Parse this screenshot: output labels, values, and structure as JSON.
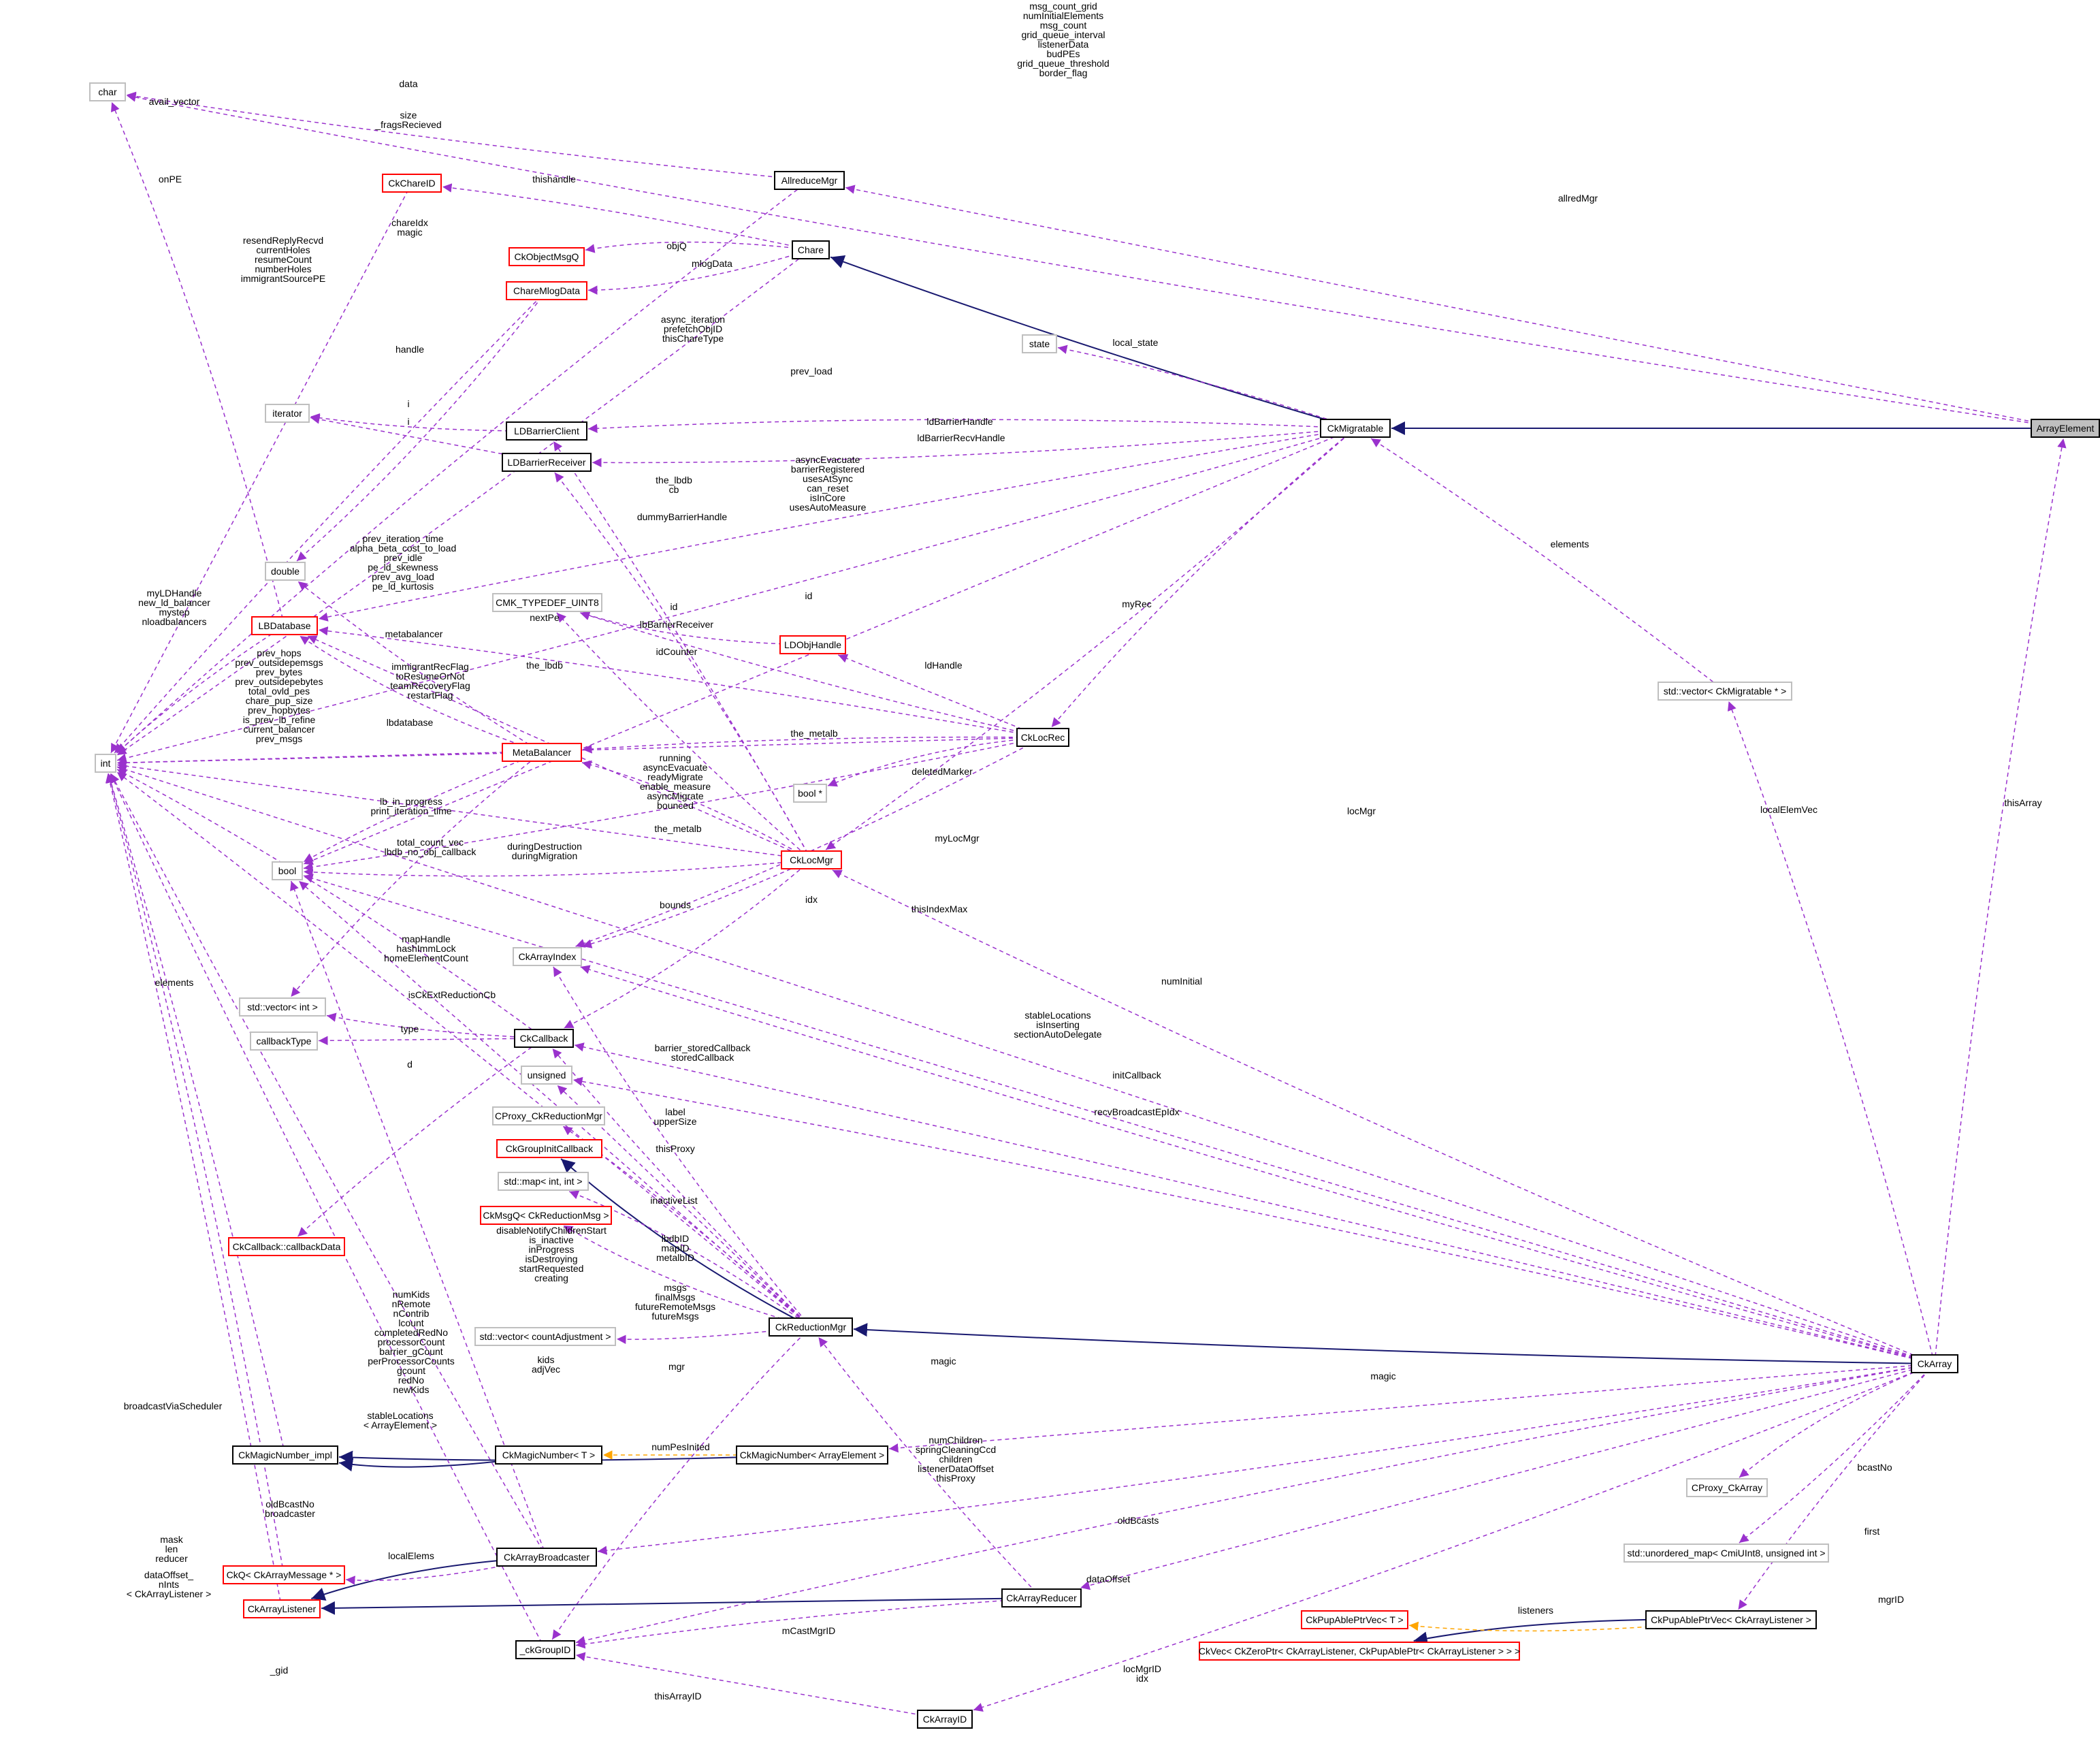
{
  "colors": {
    "usage": "#9a32cd",
    "inherit": "#191970",
    "template": "#ffa500",
    "box_complete": "#000000",
    "box_incomplete": "#ff0000",
    "box_external": "#bfbfbf",
    "root_fill": "#bfbfbf"
  },
  "nodes": [
    {
      "id": "char",
      "label": "char",
      "kind": "ext"
    },
    {
      "id": "int",
      "label": "int",
      "kind": "ext"
    },
    {
      "id": "iterator",
      "label": "iterator",
      "kind": "ext"
    },
    {
      "id": "double",
      "label": "double",
      "kind": "ext"
    },
    {
      "id": "bool",
      "label": "bool",
      "kind": "ext"
    },
    {
      "id": "state",
      "label": "state",
      "kind": "ext"
    },
    {
      "id": "cmk",
      "label": "CMK_TYPEDEF_UINT8",
      "kind": "ext"
    },
    {
      "id": "boolptr",
      "label": "bool *",
      "kind": "ext"
    },
    {
      "id": "ckarrayindex",
      "label": "CkArrayIndex",
      "kind": "ext"
    },
    {
      "id": "vecint",
      "label": "std::vector< int >",
      "kind": "ext"
    },
    {
      "id": "callbacktype",
      "label": "callbackType",
      "kind": "ext"
    },
    {
      "id": "unsigned",
      "label": "unsigned",
      "kind": "ext"
    },
    {
      "id": "cproxyred",
      "label": "CProxy_CkReductionMgr",
      "kind": "ext"
    },
    {
      "id": "mapint",
      "label": "std::map< int, int >",
      "kind": "ext"
    },
    {
      "id": "veccount",
      "label": "std::vector< countAdjustment >",
      "kind": "ext"
    },
    {
      "id": "vecmig",
      "label": "std::vector< CkMigratable * >",
      "kind": "ext"
    },
    {
      "id": "cproxyarr",
      "label": "CProxy_CkArray",
      "kind": "ext"
    },
    {
      "id": "umap",
      "label": "std::unordered_map< CmiUInt8, unsigned int >",
      "kind": "ext"
    },
    {
      "id": "chareid",
      "label": "CkChareID",
      "kind": "red"
    },
    {
      "id": "objmsgq",
      "label": "CkObjectMsgQ",
      "kind": "red"
    },
    {
      "id": "charemlog",
      "label": "ChareMlogData",
      "kind": "red"
    },
    {
      "id": "lbdatabase",
      "label": "LBDatabase",
      "kind": "red"
    },
    {
      "id": "metabal",
      "label": "MetaBalancer",
      "kind": "red"
    },
    {
      "id": "ldobj",
      "label": "LDObjHandle",
      "kind": "red"
    },
    {
      "id": "cklocmgr",
      "label": "CkLocMgr",
      "kind": "red"
    },
    {
      "id": "groupinit",
      "label": "CkGroupInitCallback",
      "kind": "red"
    },
    {
      "id": "msgq",
      "label": "CkMsgQ< CkReductionMsg >",
      "kind": "red"
    },
    {
      "id": "cbdata",
      "label": "CkCallback::callbackData",
      "kind": "red"
    },
    {
      "id": "ckq",
      "label": "CkQ< CkArrayMessage * >",
      "kind": "red"
    },
    {
      "id": "listener",
      "label": "CkArrayListener",
      "kind": "red"
    },
    {
      "id": "pupvect",
      "label": "CkPupAblePtrVec< T >",
      "kind": "red"
    },
    {
      "id": "ckvec",
      "label": "CkVec< CkZeroPtr< CkArrayListener, CkPupAblePtr< CkArrayListener > > >",
      "kind": "red"
    },
    {
      "id": "allreduce",
      "label": "AllreduceMgr",
      "kind": "norm"
    },
    {
      "id": "chare",
      "label": "Chare",
      "kind": "norm"
    },
    {
      "id": "ldbclient",
      "label": "LDBarrierClient",
      "kind": "norm"
    },
    {
      "id": "ldbrecv",
      "label": "LDBarrierReceiver",
      "kind": "norm"
    },
    {
      "id": "migratable",
      "label": "CkMigratable",
      "kind": "norm"
    },
    {
      "id": "arrayelem",
      "label": "ArrayElement",
      "kind": "root"
    },
    {
      "id": "locrec",
      "label": "CkLocRec",
      "kind": "norm"
    },
    {
      "id": "callback",
      "label": "CkCallback",
      "kind": "norm"
    },
    {
      "id": "redmgr",
      "label": "CkReductionMgr",
      "kind": "norm"
    },
    {
      "id": "ckarray",
      "label": "CkArray",
      "kind": "norm"
    },
    {
      "id": "magicimpl",
      "label": "CkMagicNumber_impl",
      "kind": "norm"
    },
    {
      "id": "magict",
      "label": "CkMagicNumber< T >",
      "kind": "norm"
    },
    {
      "id": "magicae",
      "label": "CkMagicNumber< ArrayElement >",
      "kind": "norm"
    },
    {
      "id": "broadcaster",
      "label": "CkArrayBroadcaster",
      "kind": "norm"
    },
    {
      "id": "reducer",
      "label": "CkArrayReducer",
      "kind": "norm"
    },
    {
      "id": "pupvecl",
      "label": "CkPupAblePtrVec< CkArrayListener >",
      "kind": "norm"
    },
    {
      "id": "groupid",
      "label": "_ckGroupID",
      "kind": "norm"
    },
    {
      "id": "arrayid",
      "label": "CkArrayID",
      "kind": "norm"
    }
  ],
  "edge_labels": [
    "msg_count_grid",
    "numInitialElements",
    "msg_count",
    "grid_queue_interval",
    "listenerData",
    "budPEs",
    "grid_queue_threshold",
    "border_flag",
    "data",
    "avail_vector",
    "size",
    "_fragsRecieved",
    "onPE",
    "thishandle",
    "chareIdx",
    "magic",
    "objQ",
    "mlogData",
    "resendReplyRecvd",
    "currentHoles",
    "resumeCount",
    "numberHoles",
    "immigrantSourcePE",
    "allredMgr",
    "async_iteration",
    "prefetchObjID",
    "thisChareType",
    "local_state",
    "handle",
    "prev_load",
    "i",
    "i",
    "ldBarrierHandle",
    "ldBarrierRecvHandle",
    "the_lbdb",
    "cb",
    "dummyBarrierHandle",
    "asyncEvacuate",
    "barrierRegistered",
    "usesAtSync",
    "can_reset",
    "isInCore",
    "usesAutoMeasure",
    "prev_iteration_time",
    "alpha_beta_cost_to_load",
    "prev_idle",
    "pe_ld_skewness",
    "prev_avg_load",
    "pe_ld_kurtosis",
    "id",
    "id",
    "myLDHandle",
    "new_ld_balancer",
    "mystep",
    "nloadbalancers",
    "nextPe",
    "lbBarrierReceiver",
    "metabalancer",
    "idCounter",
    "the_lbdb",
    "myRec",
    "ldHandle",
    "elements",
    "prev_hops",
    "prev_outsidepemsgs",
    "prev_bytes",
    "prev_outsidepebytes",
    "total_ovld_pes",
    "chare_pup_size",
    "prev_hopbytes",
    "is_prev_lb_refine",
    "current_balancer",
    "prev_msgs",
    "immigrantRecFlag",
    "toResumeOrNot",
    "teamRecoveryFlag",
    "restartFlag",
    "lbdatabase",
    "the_metalb",
    "deletedMarker",
    "running",
    "asyncEvacuate",
    "readyMigrate",
    "enable_measure",
    "asyncMigrate",
    "bounced",
    "lb_in_progress",
    "print_iteration_time",
    "the_metalb",
    "total_count_vec",
    "lbdb_no_obj_callback",
    "duringDestruction",
    "duringMigration",
    "localElemVec",
    "locMgr",
    "myLocMgr",
    "thisArray",
    "bounds",
    "idx",
    "thisIndexMax",
    "mapHandle",
    "hashImmLock",
    "homeElementCount",
    "elements",
    "isCkExtReductionCb",
    "numInitial",
    "type",
    "stableLocations",
    "isInserting",
    "sectionAutoDelegate",
    "d",
    "barrier_storedCallback",
    "storedCallback",
    "initCallback",
    "recvBroadcastEpIdx",
    "label",
    "upperSize",
    "thisProxy",
    "inactiveList",
    "disableNotifyChildrenStart",
    "is_inactive",
    "inProgress",
    "isDestroying",
    "startRequested",
    "creating",
    "lbdbID",
    "mapID",
    "metalbID",
    "msgs",
    "finalMsgs",
    "futureRemoteMsgs",
    "futureMsgs",
    "numKids",
    "nRemote",
    "nContrib",
    "lcount",
    "completedRedNo",
    "processorCount",
    "barrier_gCount",
    "perProcessorCounts",
    "gcount",
    "redNo",
    "newKids",
    "kids",
    "adjVec",
    "mgr",
    "magic",
    "magic",
    "broadcastViaScheduler",
    "stableLocations",
    "< ArrayElement >",
    "numPesInited",
    "numChildren",
    "springCleaningCcd",
    "children",
    "listenerDataOffset",
    "thisProxy",
    "bcastNo",
    "oldBcastNo",
    "broadcaster",
    "oldBcasts",
    "localElems",
    "first",
    "mask",
    "len",
    "reducer",
    "dataOffset",
    "dataOffset_",
    "nInts",
    "< CkArrayListener >",
    "listeners",
    "mgrID",
    "mCastMgrID",
    "locMgrID",
    "idx",
    "_gid",
    "thisArrayID"
  ]
}
